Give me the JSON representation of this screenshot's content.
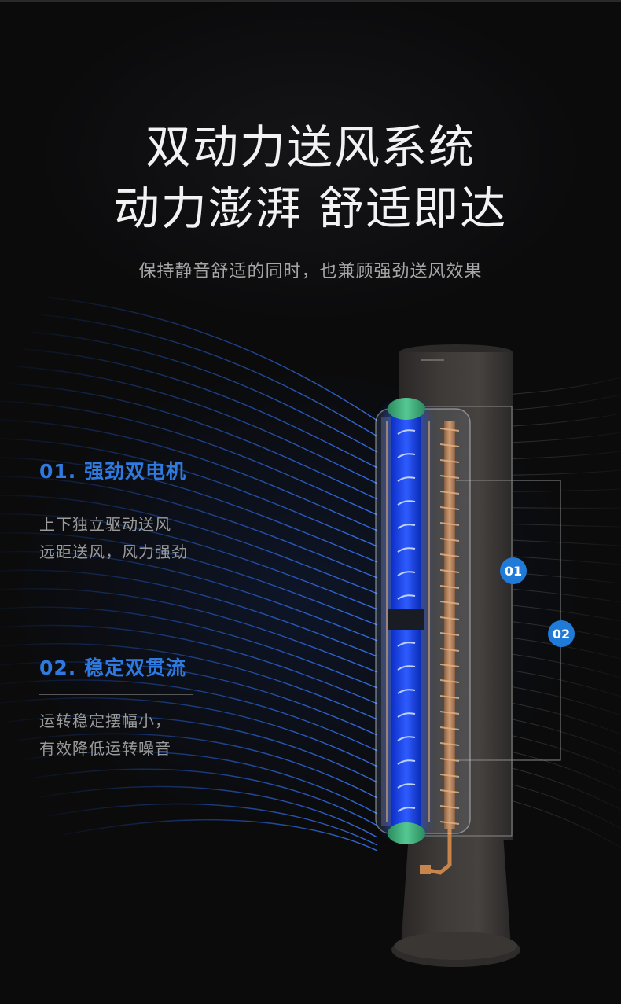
{
  "headline": {
    "line1": "双动力送风系统",
    "line2": "动力澎湃 舒适即达"
  },
  "subtitle": "保持静音舒适的同时，也兼顾强劲送风效果",
  "features": [
    {
      "title": "01. 强劲双电机",
      "desc": [
        "上下独立驱动送风",
        "远距送风，风力强劲"
      ]
    },
    {
      "title": "02. 稳定双贯流",
      "desc": [
        "运转稳定摆幅小，",
        "有效降低运转噪音"
      ]
    }
  ],
  "markers": [
    {
      "label": "01"
    },
    {
      "label": "02"
    }
  ],
  "colors": {
    "background": "#0b0b0c",
    "accent_blue": "#2f7ae0",
    "marker_blue": "#1f7ad8",
    "airflow_blue": "#1e5fe0",
    "coil_copper": "#c8844a",
    "cap_green": "#3fb07a",
    "unit_body": "#3d3a38"
  }
}
